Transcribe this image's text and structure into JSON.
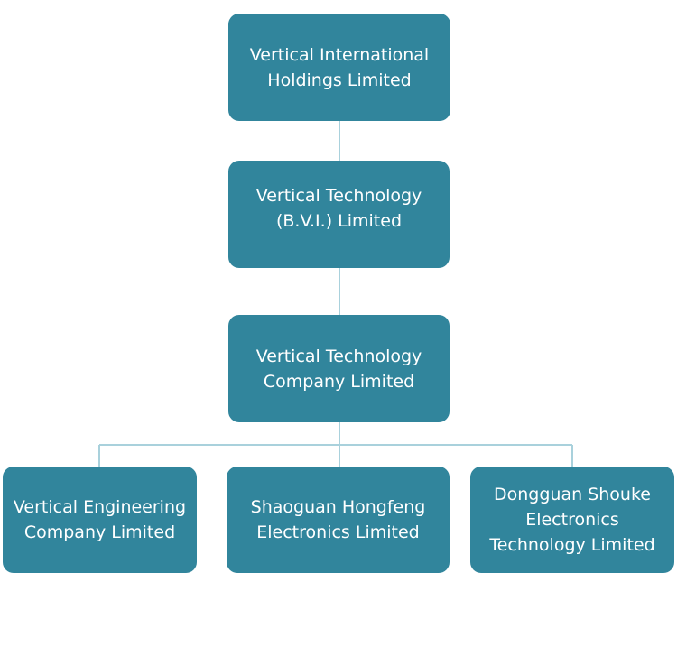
{
  "diagram": {
    "colors": {
      "node_fill": "#31859c",
      "node_text": "#ffffff",
      "connector": "#a9d1dc"
    },
    "nodes": [
      {
        "id": "n0",
        "label": "Vertical International\nHoldings Limited"
      },
      {
        "id": "n1",
        "label": "Vertical Technology\n(B.V.I.) Limited"
      },
      {
        "id": "n2",
        "label": "Vertical Technology\nCompany Limited"
      },
      {
        "id": "n3",
        "label": "Vertical Engineering\nCompany Limited"
      },
      {
        "id": "n4",
        "label": "Shaoguan Hongfeng\nElectronics Limited"
      },
      {
        "id": "n5",
        "label": "Dongguan Shouke\nElectronics\nTechnology Limited"
      }
    ],
    "edges": [
      {
        "from": "n0",
        "to": "n1"
      },
      {
        "from": "n1",
        "to": "n2"
      },
      {
        "from": "n2",
        "to": "n3"
      },
      {
        "from": "n2",
        "to": "n4"
      },
      {
        "from": "n2",
        "to": "n5"
      }
    ]
  }
}
